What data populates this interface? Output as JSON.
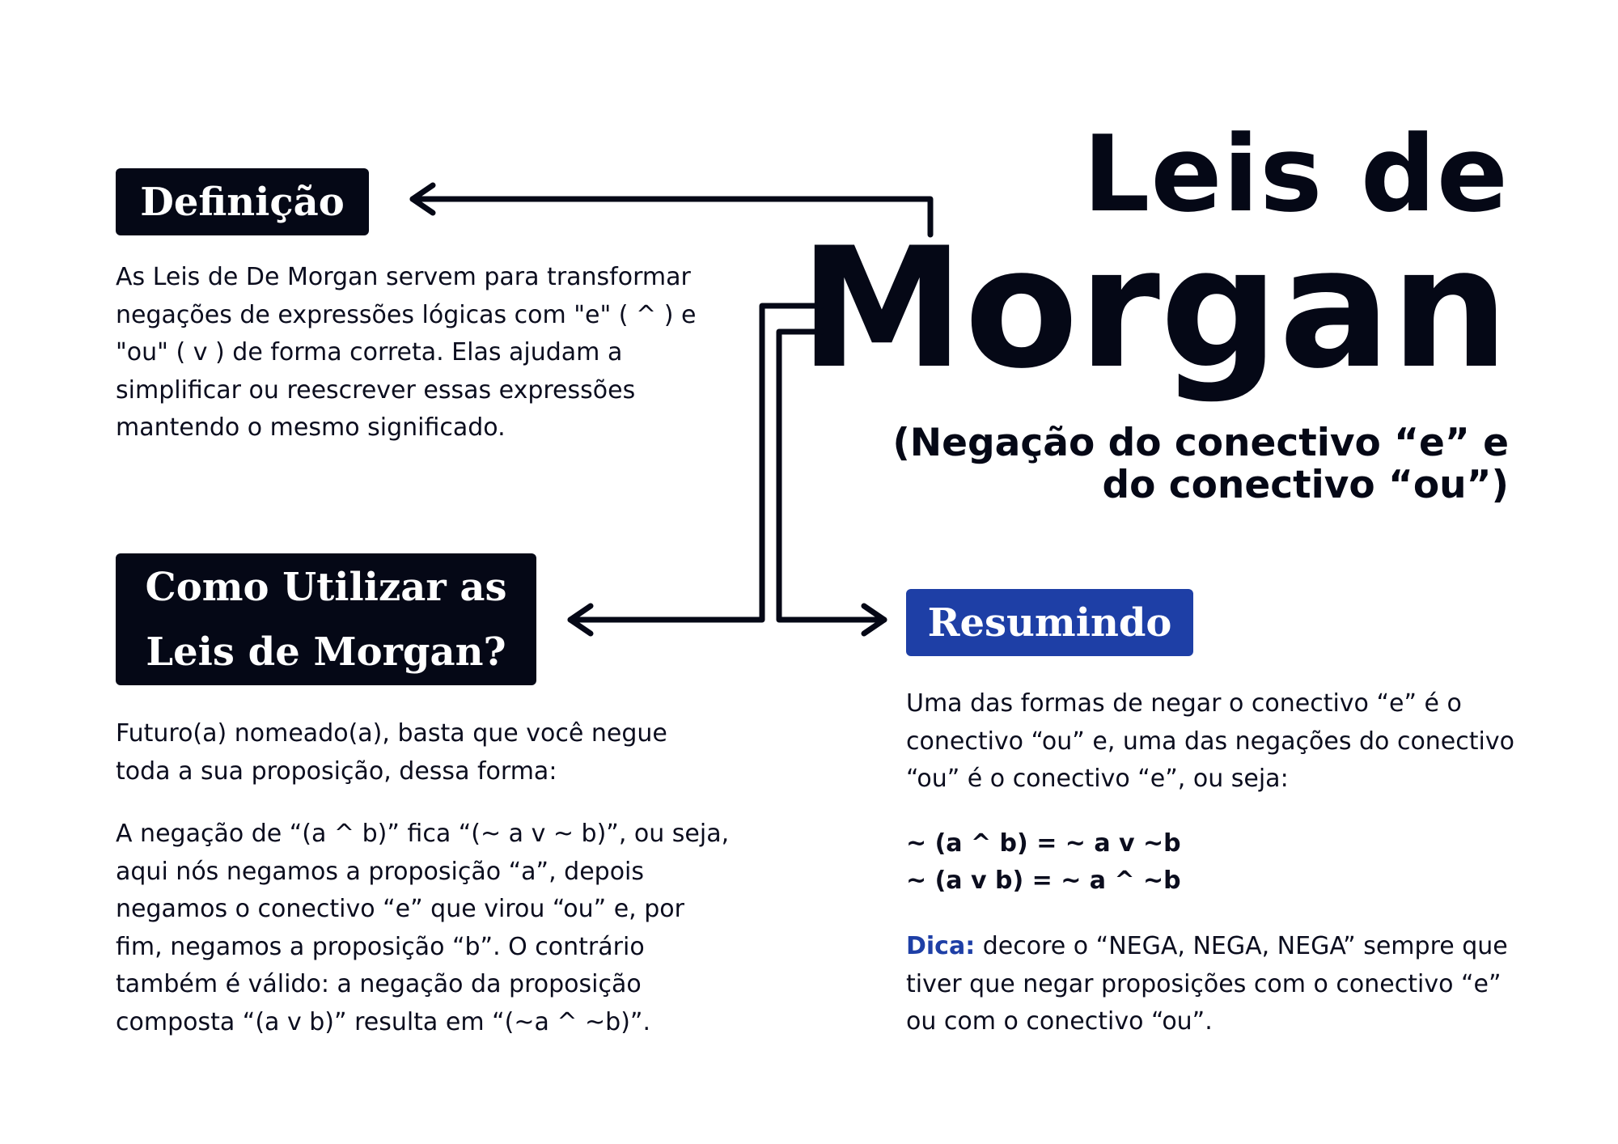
{
  "title": {
    "line1": "Leis de",
    "line2": "Morgan"
  },
  "subtitle": "(Negação do conectivo “e” e do conectivo “ou”)",
  "definicao": {
    "label": "Definição",
    "text": "As Leis de De Morgan servem para transformar negações de expressões lógicas com \"e\" ( ^ ) e \"ou\" ( v ) de forma correta. Elas ajudam a simplificar ou reescrever essas expressões mantendo o mesmo significado."
  },
  "como_utilizar": {
    "label": "Como Utilizar as Leis de Morgan?",
    "text1": "Futuro(a) nomeado(a), basta que você negue toda a sua proposição, dessa forma:",
    "text2": "A negação de “(a ^ b)” fica “(~ a v ~ b)”, ou seja, aqui nós negamos a proposição “a”, depois negamos o conectivo “e” que virou “ou” e, por fim, negamos a proposição “b”. O contrário também é válido: a negação da proposição composta “(a v b)” resulta em “(~a ^ ~b)”."
  },
  "resumindo": {
    "label": "Resumindo",
    "text": "Uma das formas de negar o conectivo “e” é o conectivo “ou” e, uma das negações do conectivo “ou” é o conectivo “e”, ou seja:",
    "formula1": "~ (a ^ b) = ~ a v ~b",
    "formula2": "~ (a v b) = ~ a ^ ~b",
    "tip_label": "Dica:",
    "tip_text": " decore o “NEGA, NEGA, NEGA” sempre que tiver que negar proposições com o conectivo “e” ou com o conectivo “ou”."
  },
  "colors": {
    "dark": "#050816",
    "accent_blue": "#1e3fa6",
    "background": "#ffffff"
  }
}
